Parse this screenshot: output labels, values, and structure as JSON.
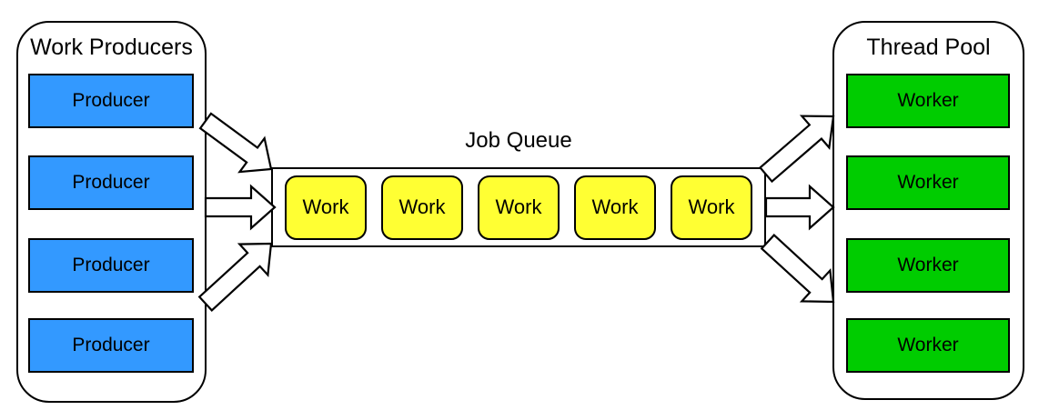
{
  "producers": {
    "title": "Work Producers",
    "items": [
      "Producer",
      "Producer",
      "Producer",
      "Producer"
    ]
  },
  "queue": {
    "title": "Job Queue",
    "items": [
      "Work",
      "Work",
      "Work",
      "Work",
      "Work"
    ]
  },
  "pool": {
    "title": "Thread Pool",
    "items": [
      "Worker",
      "Worker",
      "Worker",
      "Worker"
    ]
  },
  "arrows": {
    "producers_to_queue_count": 3,
    "queue_to_workers_count": 3
  },
  "colors": {
    "producer_fill": "#3399FF",
    "work_fill": "#FFFF33",
    "worker_fill": "#00CC00",
    "outline": "#000000",
    "text": "#000000",
    "canvas_background": "#FFFFFF"
  }
}
